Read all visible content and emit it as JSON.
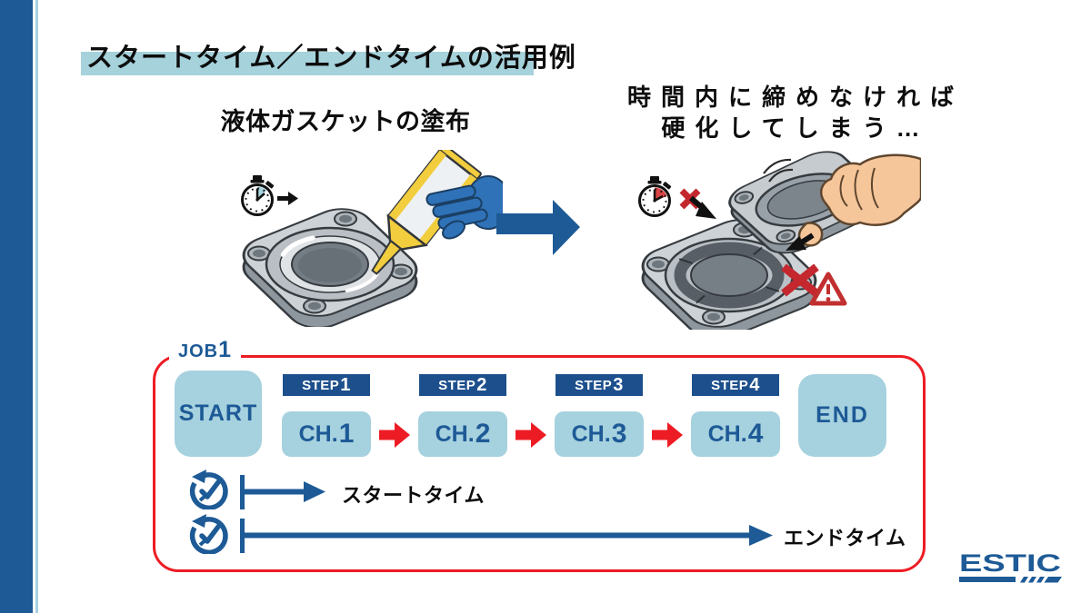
{
  "page": {
    "title": "スタートタイム／エンドタイムの活用例",
    "left_caption": "液体ガスケットの塗布",
    "right_caption_line1": "時間内に締めなければ",
    "right_caption_line2": "硬化してしまう…"
  },
  "job": {
    "label_text": "JOB",
    "label_num": "1",
    "start_label": "START",
    "end_label": "END",
    "steps": [
      {
        "step_text": "STEP",
        "step_num": "1",
        "ch_text": "CH.",
        "ch_num": "1"
      },
      {
        "step_text": "STEP",
        "step_num": "2",
        "ch_text": "CH.",
        "ch_num": "2"
      },
      {
        "step_text": "STEP",
        "step_num": "3",
        "ch_text": "CH.",
        "ch_num": "3"
      },
      {
        "step_text": "STEP",
        "step_num": "4",
        "ch_text": "CH.",
        "ch_num": "4"
      }
    ],
    "start_time_label": "スタートタイム",
    "end_time_label": "エンドタイム"
  },
  "logo": {
    "text": "ESTIC"
  },
  "colors": {
    "navy": "#1d5a96",
    "step_navy": "#1d4f8c",
    "light_blue": "#a6d1de",
    "frame_red": "#ed1c24",
    "alert_red": "#c4272e",
    "black": "#111111"
  },
  "icons": {
    "stopwatch": "⏱",
    "timer_reset": "↺✓",
    "x_mark": "✕",
    "warning_triangle": "⚠",
    "flow_arrow": "→"
  }
}
